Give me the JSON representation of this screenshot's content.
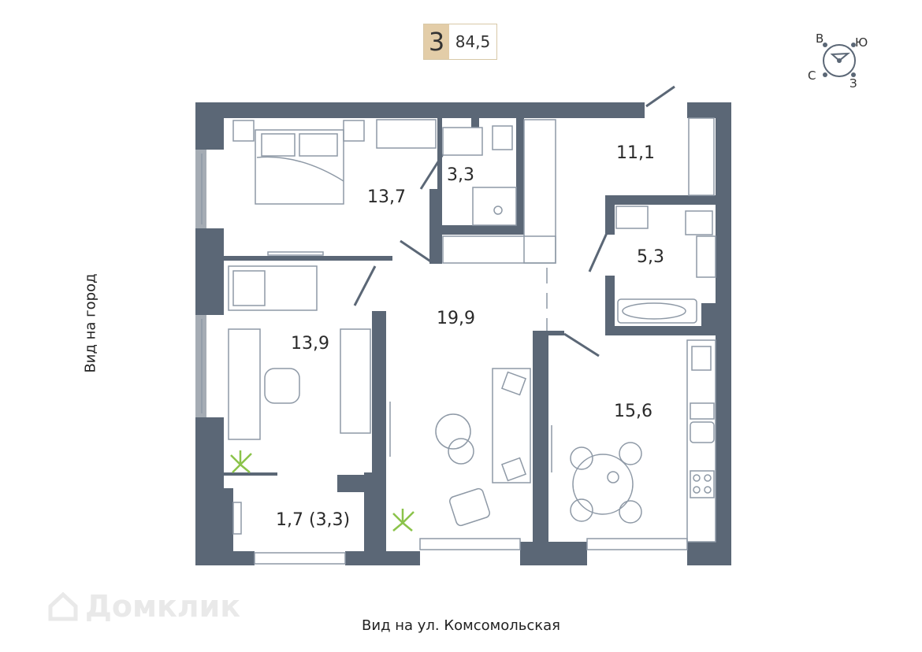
{
  "apartment": {
    "rooms": "3",
    "total_area": "84,5"
  },
  "rooms": [
    {
      "id": "bedroom",
      "area": "13,7"
    },
    {
      "id": "bathroom-small",
      "area": "3,3"
    },
    {
      "id": "hallway",
      "area": "11,1"
    },
    {
      "id": "bathroom",
      "area": "5,3"
    },
    {
      "id": "living-room",
      "area": "19,9"
    },
    {
      "id": "kids-room",
      "area": "13,9"
    },
    {
      "id": "kitchen",
      "area": "15,6"
    },
    {
      "id": "balcony",
      "area": "1,7 (3,3)"
    }
  ],
  "views": {
    "left": "Вид на город",
    "bottom": "Вид на ул. Комсомольская"
  },
  "compass": {
    "north": "С",
    "east": "В",
    "south": "Ю",
    "west": "З"
  },
  "watermark": {
    "text": "Домклик"
  },
  "colors": {
    "wall": "#5b6776",
    "furniture": "#8e99a6",
    "accent": "#e3cda8",
    "plant": "#8bc34a"
  }
}
